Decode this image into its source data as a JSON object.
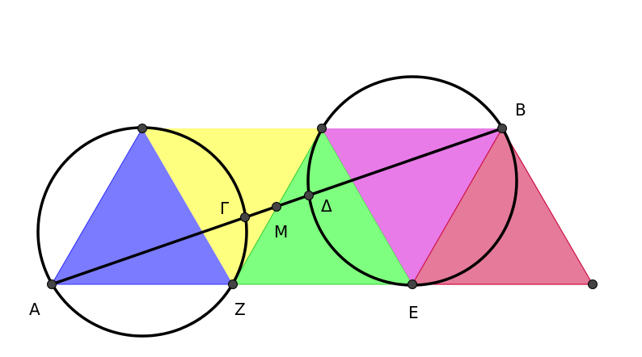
{
  "diagram": {
    "colors": {
      "blue": "#7b7bff",
      "blue_edge": "#2b2bff",
      "yellow": "#ffff7f",
      "green": "#7fff7f",
      "green_edge": "#33cc33",
      "magenta": "#e87be8",
      "pink": "#e67a9a",
      "pink_edge": "#cc1144",
      "stroke": "#000000",
      "point": "#444444"
    },
    "labels": {
      "A": "Α",
      "B": "Β",
      "Gamma": "Γ",
      "Delta": "Δ",
      "M": "Μ",
      "Z": "Ζ",
      "E": "Ε"
    }
  }
}
